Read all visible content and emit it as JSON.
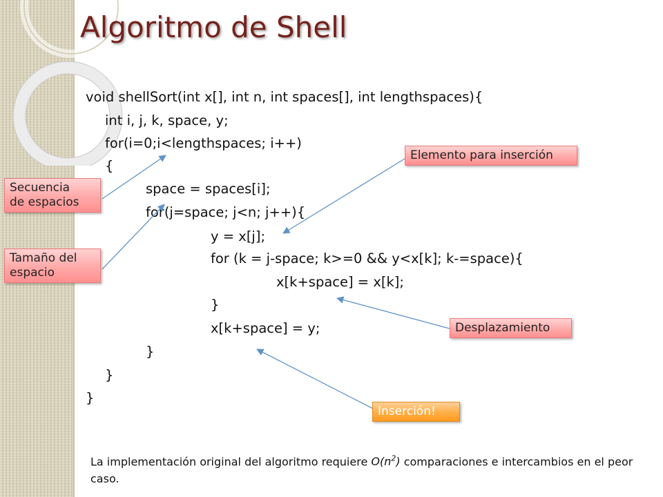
{
  "slide": {
    "title": "Algoritmo de Shell",
    "code": [
      "void shellSort(int x[], int n, int spaces[], int lengthspaces){",
      "int i, j, k, space, y;",
      "for(i=0;i<lengthspaces; i++)",
      "{",
      "space = spaces[i];",
      "for(j=space; j<n; j++){",
      "y = x[j];",
      "for (k = j-space; k>=0 && y<x[k]; k-=space){",
      "x[k+space] = x[k];",
      "}",
      "x[k+space] = y;",
      "}",
      "}",
      "}"
    ],
    "callouts": {
      "secuencia": {
        "line1": "Secuencia",
        "line2": "de espacios"
      },
      "tamano": {
        "line1": "Tamaño del",
        "line2": "espacio"
      },
      "elemento": "Elemento para inserción",
      "desplazamiento": "Desplazamiento",
      "insercion": "Inserción!"
    },
    "note": {
      "before": "La implementación original del algoritmo requiere ",
      "big_o": "O(n",
      "exp": "2",
      "close": ")",
      "after": " comparaciones e intercambios en el peor caso."
    },
    "colors": {
      "title": "#74221c",
      "callout_fill": "#ffa9a9",
      "callout_highlight": "#ff9a1e",
      "arrow": "#5f93c8",
      "strip": "#ddd6bd"
    }
  }
}
